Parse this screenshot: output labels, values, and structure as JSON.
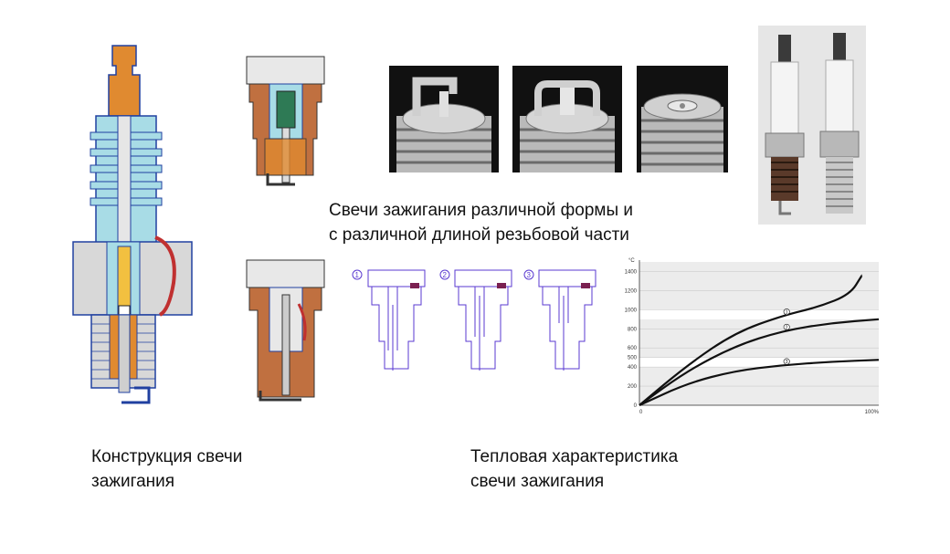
{
  "captions": {
    "forms_line1": "Свечи зажигания различной формы и",
    "forms_line2": "с различной длиной резьбовой части",
    "construction_line1": "Конструкция свечи",
    "construction_line2": "зажигания",
    "thermal_line1": "Тепловая характеристика",
    "thermal_line2": "свечи зажигания"
  },
  "chart_data": {
    "type": "line",
    "yunit": "°C",
    "y_ticks": [
      "0",
      "200",
      "400",
      "500",
      "600",
      "800",
      "1000",
      "1200",
      "1400"
    ],
    "x_ticks": [
      "0",
      "100%"
    ],
    "ylim": [
      0,
      1500
    ],
    "xlim": [
      0,
      100
    ],
    "bands": [
      [
        400,
        500
      ],
      [
        900,
        1000
      ]
    ],
    "series": [
      {
        "name": "1",
        "x": [
          0,
          20,
          40,
          60,
          75,
          88,
          93
        ],
        "y": [
          0,
          420,
          760,
          940,
          1030,
          1160,
          1360
        ]
      },
      {
        "name": "2",
        "x": [
          0,
          20,
          40,
          60,
          80,
          100
        ],
        "y": [
          0,
          360,
          620,
          780,
          860,
          900
        ]
      },
      {
        "name": "3",
        "x": [
          0,
          20,
          40,
          60,
          80,
          100
        ],
        "y": [
          0,
          230,
          360,
          420,
          455,
          475
        ]
      }
    ]
  },
  "colors": {
    "outline_blue": "#2040a0",
    "insulator_cyan": "#a8dce6",
    "body_brown": "#c07040",
    "metal_gray": "#d8d8d8",
    "accent_orange": "#e08a30",
    "outline_purple": "#5a3ad0"
  }
}
